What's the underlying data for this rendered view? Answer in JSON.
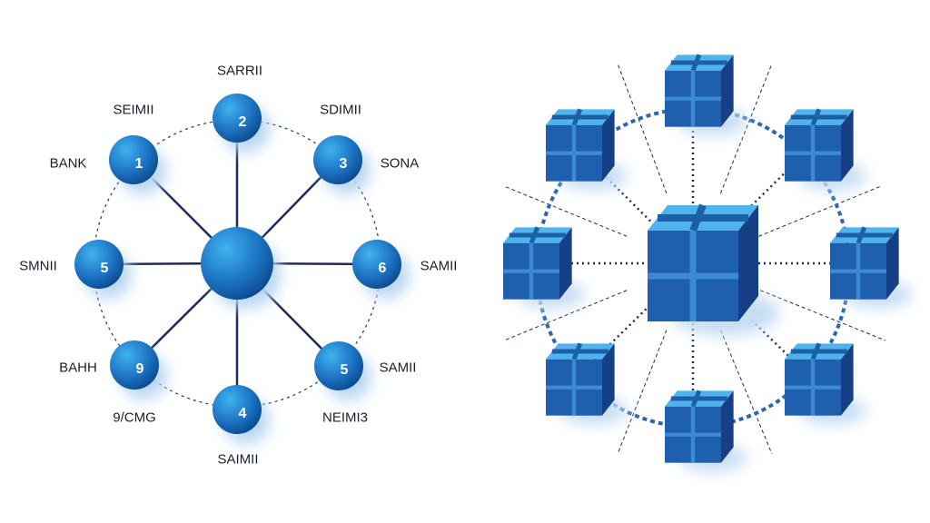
{
  "star_diagram": {
    "hub": {},
    "nodes": [
      {
        "number": "1",
        "label": "BANK"
      },
      {
        "number": "2",
        "label": "SARRII"
      },
      {
        "number": "3",
        "label": "SONA"
      },
      {
        "number": "5",
        "label": "SMNII"
      },
      {
        "number": "6",
        "label": "SAMII"
      },
      {
        "number": "9",
        "label": "BAHH"
      },
      {
        "number": "4",
        "label": "SAIMII"
      },
      {
        "number": "5",
        "label": "SAMII"
      }
    ],
    "extra_labels": [
      "SEIMII",
      "SDIMII",
      "9/CMG",
      "NEIMI3"
    ],
    "colors": {
      "node": "#1f78c8",
      "node_dark": "#0b4f96",
      "line": "#1c2a5c"
    }
  },
  "cube_network": {
    "cube_count": 8,
    "colors": {
      "front": "#1e5fae",
      "top": "#4fb3ec",
      "side": "#163f85",
      "ring": "#2a66b8"
    }
  }
}
